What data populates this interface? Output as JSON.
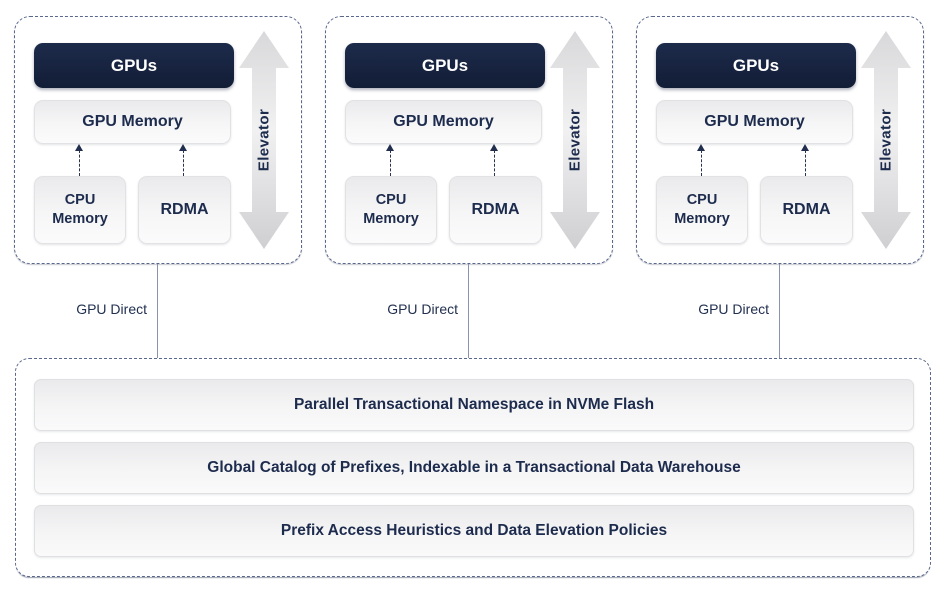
{
  "colors": {
    "navy": "#16233f",
    "text_navy": "#1d2b4d",
    "border_dash": "#5a678c",
    "line_color": "#8a93ab"
  },
  "nodes": [
    {
      "gpus_label": "GPUs",
      "gpu_memory_label": "GPU Memory",
      "cpu_memory_label": "CPU Memory",
      "rdma_label": "RDMA",
      "elevator_label": "Elevator",
      "link_label": "GPU Direct"
    },
    {
      "gpus_label": "GPUs",
      "gpu_memory_label": "GPU Memory",
      "cpu_memory_label": "CPU Memory",
      "rdma_label": "RDMA",
      "elevator_label": "Elevator",
      "link_label": "GPU Direct"
    },
    {
      "gpus_label": "GPUs",
      "gpu_memory_label": "GPU Memory",
      "cpu_memory_label": "CPU Memory",
      "rdma_label": "RDMA",
      "elevator_label": "Elevator",
      "link_label": "GPU Direct"
    }
  ],
  "storage": {
    "layers": [
      "Parallel Transactional Namespace in NVMe Flash",
      "Global Catalog of Prefixes, Indexable in a Transactional Data Warehouse",
      "Prefix Access Heuristics and Data Elevation Policies"
    ]
  }
}
